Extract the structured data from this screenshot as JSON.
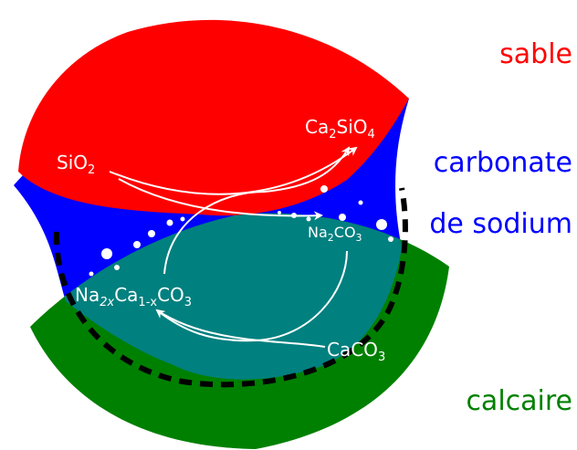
{
  "legend": {
    "sand": {
      "text": "sable",
      "color": "#ff0000"
    },
    "soda": {
      "line1": "carbonate",
      "line2": "de sodium",
      "color": "#0000ff"
    },
    "lime": {
      "text": "calcaire",
      "color": "#008000"
    }
  },
  "species": {
    "sio2": {
      "base": "SiO",
      "sub": "2"
    },
    "ca2sio4": {
      "a": "Ca",
      "sub1": "2",
      "b": "SiO",
      "sub2": "4"
    },
    "na2co3": {
      "a": "Na",
      "sub1": "2",
      "b": "CO",
      "sub2": "3"
    },
    "caco3": {
      "a": "CaCO",
      "sub1": "3"
    },
    "mixed": {
      "a": "Na",
      "sub1": "2x",
      "b": "Ca",
      "sub2": "1-x",
      "c": "CO",
      "sub3": "3"
    }
  },
  "colors": {
    "sand": "#ff0000",
    "soda": "#0000ff",
    "lime": "#008000",
    "overlap": "#00807f",
    "arrow": "#ffffff",
    "melt_outline": "#000000"
  }
}
